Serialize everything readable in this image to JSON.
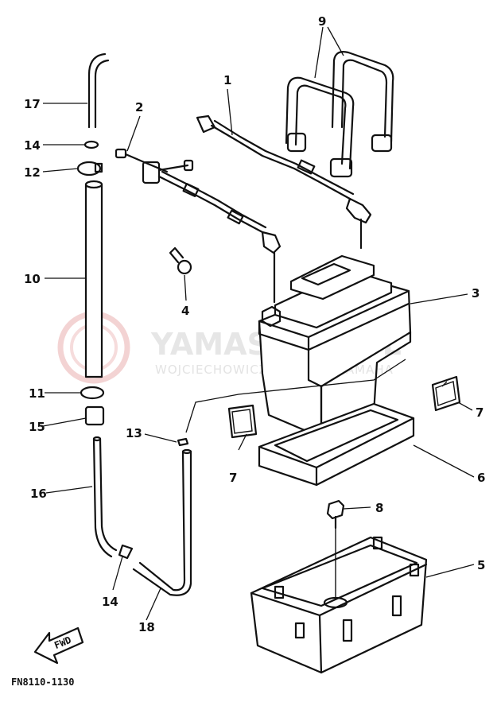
{
  "callouts": {
    "c1": "1",
    "c2": "2",
    "c3": "3",
    "c4": "4",
    "c5": "5",
    "c6": "6",
    "c7a": "7",
    "c7b": "7",
    "c8": "8",
    "c9": "9",
    "c10": "10",
    "c11": "11",
    "c12": "12",
    "c13": "13",
    "c14a": "14",
    "c14b": "14",
    "c15": "15",
    "c16": "16",
    "c17": "17",
    "c18": "18"
  },
  "fwd_label": "FWD",
  "figure_code": "FN8110-1130",
  "watermark": {
    "brand": "YAMASKLEP.PL",
    "dealer": "WOJCIECHOWICZ | DEALER YAMAHA"
  }
}
